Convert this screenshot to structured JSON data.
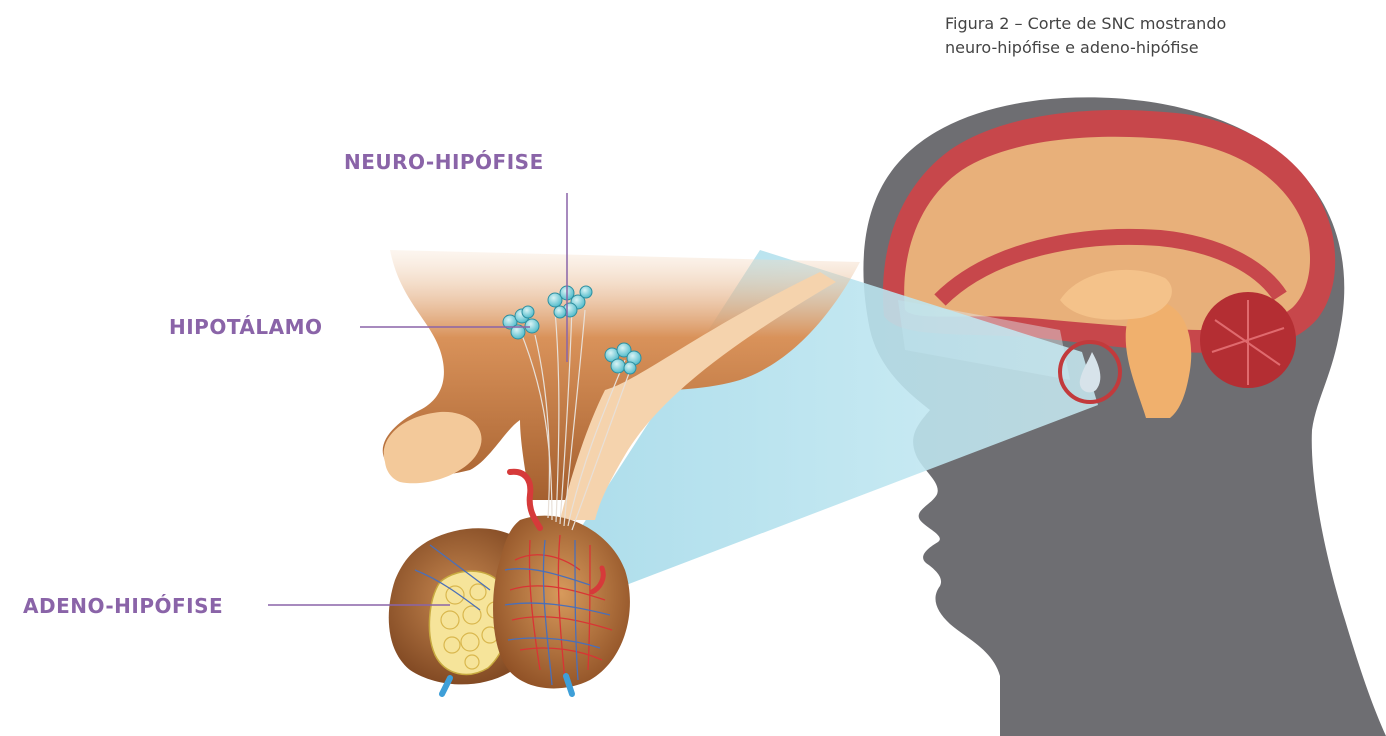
{
  "caption": {
    "line1": "Figura 2 – Corte de SNC mostrando",
    "line2": "neuro-hipófise e adeno-hipófise"
  },
  "labels": {
    "neuro": "NEURO-HIPÓFISE",
    "hipotalamo": "HIPOTÁLAMO",
    "adeno": "ADENO-HIPÓFISE"
  },
  "colors": {
    "label": "#8a64a8",
    "head": "#6e6e72",
    "cortex": "#c7474b",
    "beam": "#b9e2ef",
    "tissue": "#f3c99a",
    "gland": "#9c5a2c"
  }
}
